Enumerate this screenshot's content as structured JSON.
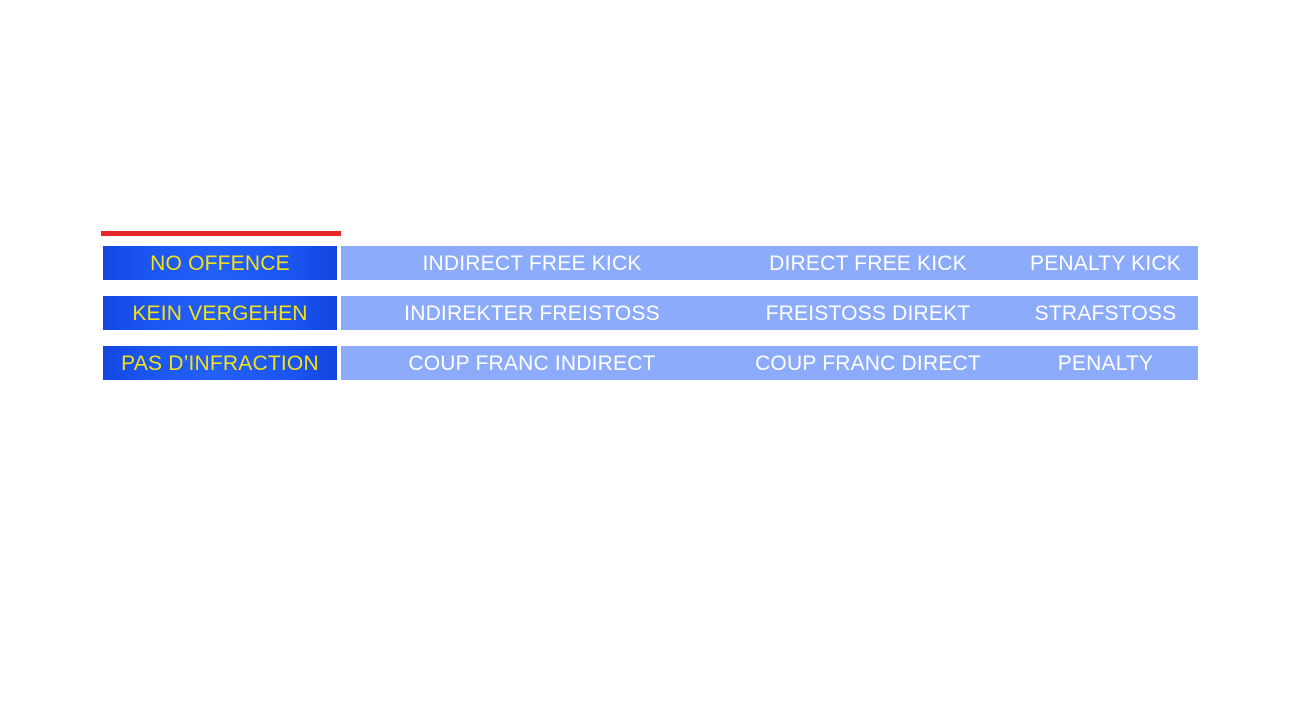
{
  "slide": {
    "accent_color": "#E8262A",
    "background": "#ffffff",
    "header_cell_color": "#1B55F0",
    "header_text_color": "#F4E118",
    "body_cell_color": "#8CACFB",
    "body_text_color": "#FFFFFF"
  },
  "table": {
    "rows": [
      {
        "language": "english",
        "head": "NO OFFENCE",
        "options": [
          "INDIRECT FREE KICK",
          "DIRECT FREE KICK",
          "PENALTY KICK"
        ]
      },
      {
        "language": "german",
        "head": "KEIN VERGEHEN",
        "options": [
          "INDIREKTER FREISTOSS",
          "FREISTOSS DIREKT",
          "STRAFSTOSS"
        ]
      },
      {
        "language": "french",
        "head": "PAS D’INFRACTION",
        "options": [
          "COUP FRANC INDIRECT",
          "COUP FRANC DIRECT",
          "PENALTY"
        ]
      }
    ]
  }
}
